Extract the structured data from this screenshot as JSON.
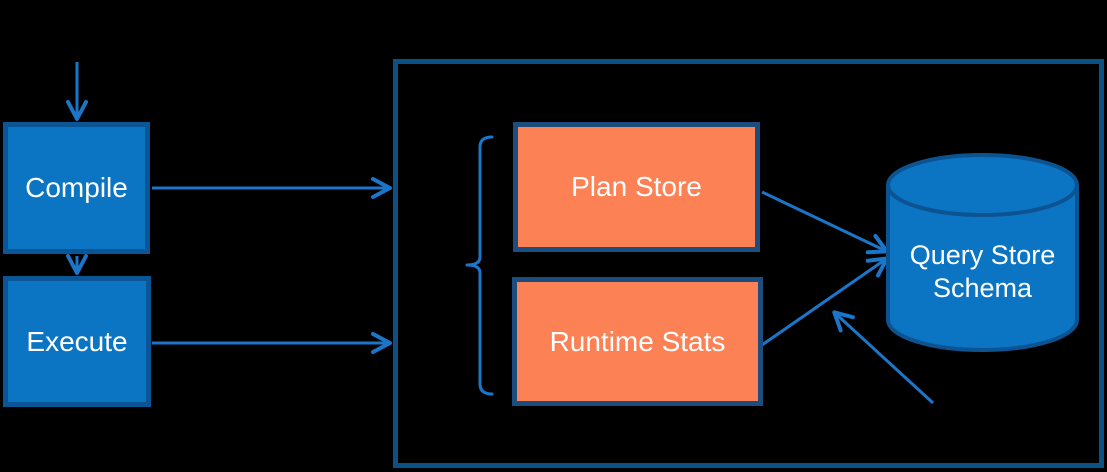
{
  "diagram": {
    "nodes": {
      "compile": {
        "label": "Compile"
      },
      "execute": {
        "label": "Execute"
      },
      "plan_store": {
        "label": "Plan Store"
      },
      "runtime_stats": {
        "label": "Runtime Stats"
      },
      "query_store_schema": {
        "label": "Query Store Schema",
        "label_line1": "Query Store",
        "label_line2": "Schema"
      }
    },
    "edges": [
      {
        "from": "external-top",
        "to": "compile"
      },
      {
        "from": "compile",
        "to": "execute"
      },
      {
        "from": "compile",
        "to": "query-store-container"
      },
      {
        "from": "execute",
        "to": "query-store-container"
      },
      {
        "from": "plan_store",
        "to": "query_store_schema"
      },
      {
        "from": "runtime_stats",
        "to": "query_store_schema"
      },
      {
        "from": "external-bottom",
        "to": "query_store_schema"
      }
    ],
    "colors": {
      "background": "#000000",
      "blue_box_fill": "#0b75c4",
      "blue_box_border": "#0a5596",
      "orange_box_fill": "#fc8155",
      "orange_box_border": "#1b4e7f",
      "container_border": "#0b5184",
      "cylinder_fill": "#0b75c4",
      "cylinder_border": "#0c5391",
      "arrow": "#1b76c9",
      "text": "#ffffff"
    }
  }
}
